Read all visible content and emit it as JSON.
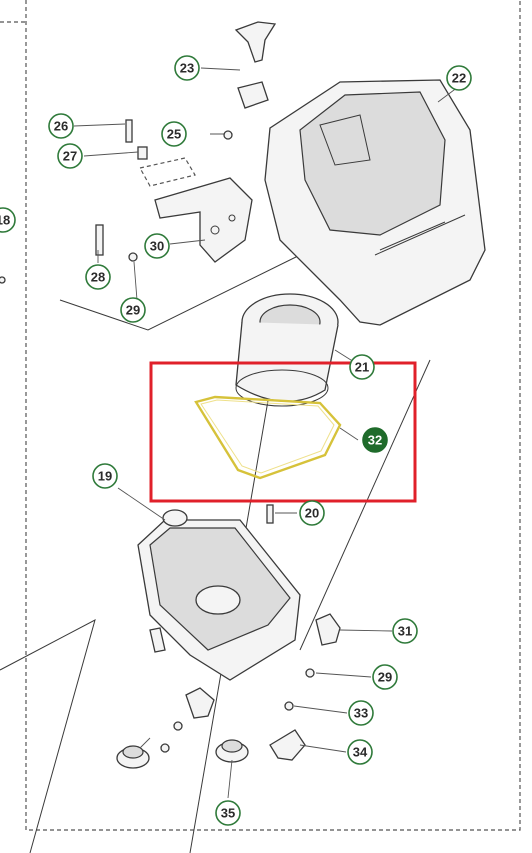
{
  "diagram": {
    "highlight_color": "#e0202a",
    "callout_color": "#2f7a3a",
    "selected_callout_color": "#1f6b2b",
    "selected_part": "32",
    "callouts": [
      {
        "id": "19",
        "label": "19"
      },
      {
        "id": "20",
        "label": "20"
      },
      {
        "id": "21",
        "label": "21"
      },
      {
        "id": "22",
        "label": "22"
      },
      {
        "id": "23",
        "label": "23"
      },
      {
        "id": "25",
        "label": "25"
      },
      {
        "id": "26",
        "label": "26"
      },
      {
        "id": "27",
        "label": "27"
      },
      {
        "id": "28",
        "label": "28"
      },
      {
        "id": "29a",
        "label": "29"
      },
      {
        "id": "29b",
        "label": "29"
      },
      {
        "id": "30",
        "label": "30"
      },
      {
        "id": "31",
        "label": "31"
      },
      {
        "id": "32",
        "label": "32"
      },
      {
        "id": "33",
        "label": "33"
      },
      {
        "id": "34",
        "label": "34"
      },
      {
        "id": "35",
        "label": "35"
      },
      {
        "id": "18",
        "label": "18"
      }
    ]
  }
}
